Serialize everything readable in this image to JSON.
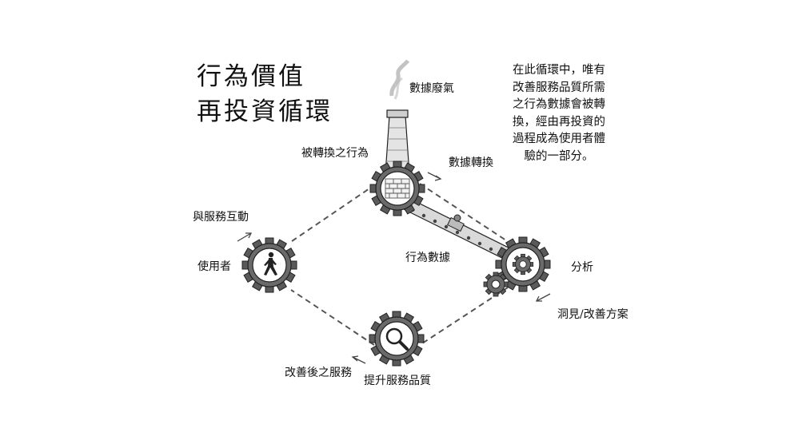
{
  "title": {
    "line1": "行為價值",
    "line2": "再投資循環"
  },
  "note": [
    "在此循環中，唯有",
    "改善服務品質所需",
    "之行為數據會被轉",
    "換，經由再投資的",
    "過程成為使用者體",
    "驗的一部分。"
  ],
  "labels": {
    "smoke": "數據廢氣",
    "converted_behavior": "被轉換之行為",
    "data_conversion": "數據轉換",
    "interaction": "與服務互動",
    "user": "使用者",
    "behavior_data": "行為數據",
    "analysis": "分析",
    "insight": "洞見/改善方案",
    "improved_service": "改善後之服務",
    "quality": "提升服務品質"
  },
  "icons": {
    "user_gear": "walking-person-icon",
    "factory_gear": "brick-wall-icon",
    "analysis_gear": "small-gear-icon",
    "quality_gear": "magnifier-icon",
    "chimney": "chimney-icon",
    "conveyor": "conveyor-belt-icon"
  }
}
